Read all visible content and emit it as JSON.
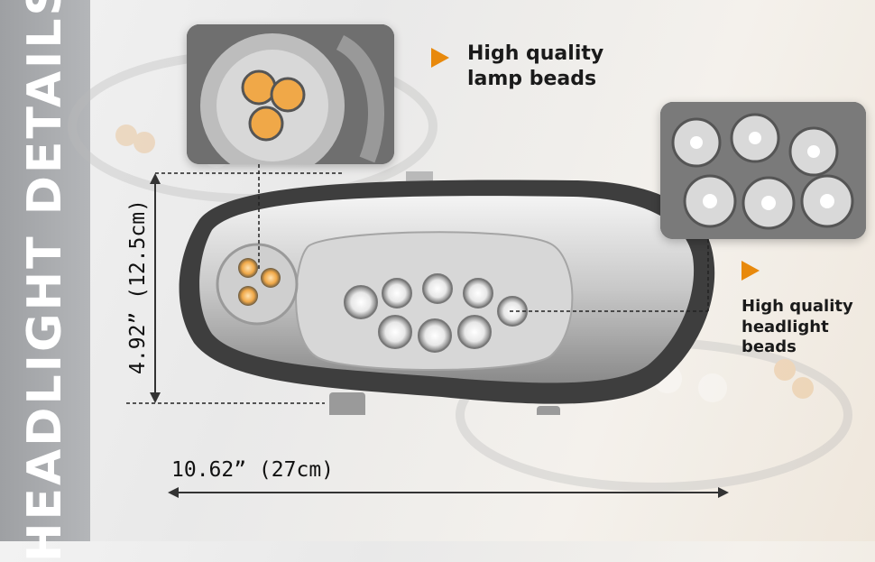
{
  "side_title": "HEADLIGHT DETAILS",
  "callouts": {
    "lamp_beads": "High quality\nlamp beads",
    "headlight_beads": "High quality\nheadlight\nbeads"
  },
  "dimensions": {
    "height": "4.92” (12.5cm)",
    "width": "10.62” (27cm)"
  },
  "colors": {
    "accent_arrow": "#e8890c",
    "side_bar": "#a8aaad",
    "amber_led": "#f0a848"
  },
  "icons": [
    "triangle-arrow-icon",
    "dimension-arrow-icon"
  ]
}
